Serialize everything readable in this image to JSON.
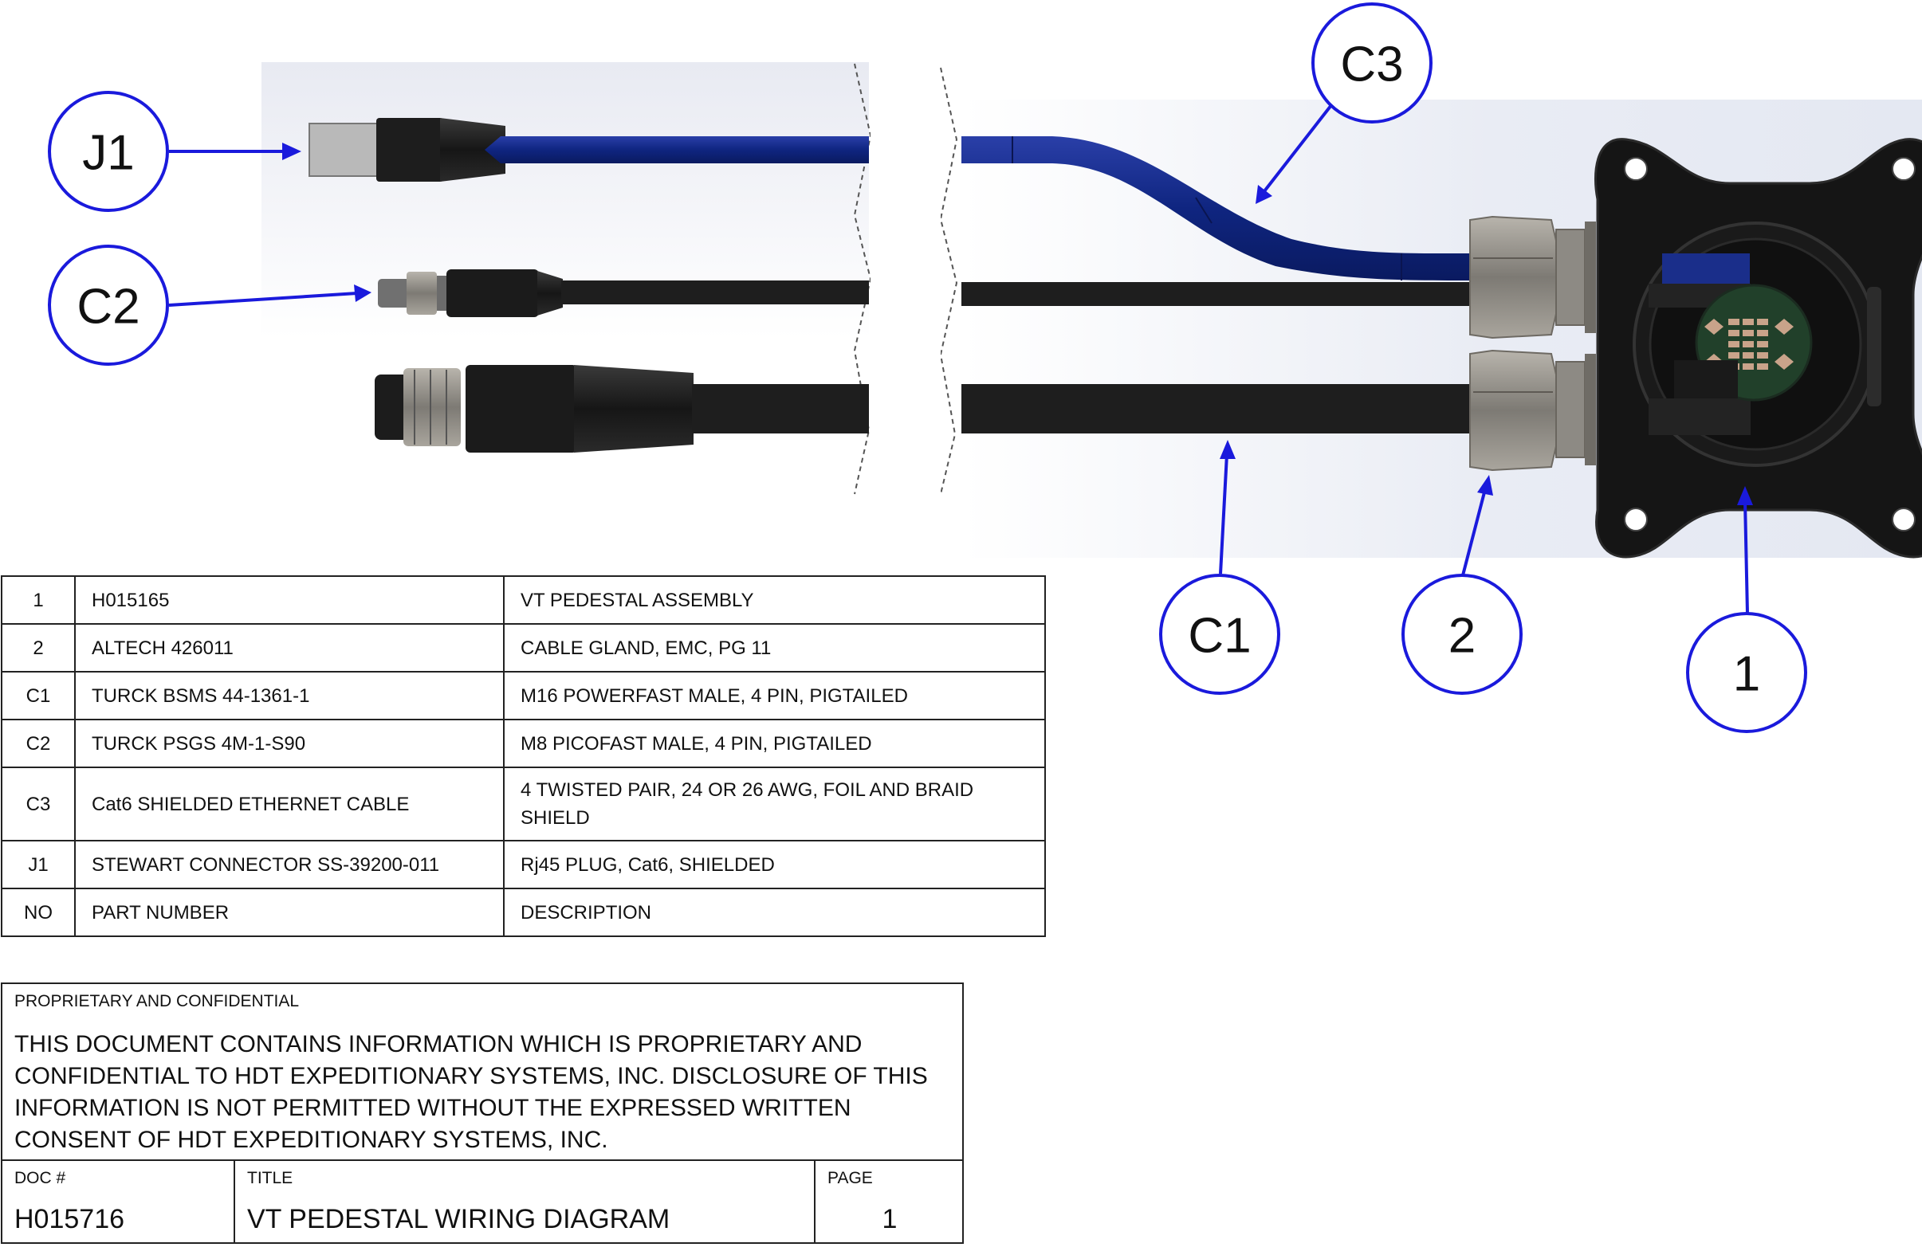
{
  "callouts": {
    "j1": "J1",
    "c2": "C2",
    "c3": "C3",
    "c1": "C1",
    "n2": "2",
    "n1": "1"
  },
  "bom": {
    "rows": [
      {
        "no": "1",
        "part": "H015165",
        "desc": "VT PEDESTAL ASSEMBLY"
      },
      {
        "no": "2",
        "part": "ALTECH 426011",
        "desc": "CABLE GLAND, EMC, PG 11"
      },
      {
        "no": "C1",
        "part": "TURCK BSMS 44-1361-1",
        "desc": "M16 POWERFAST MALE, 4 PIN, PIGTAILED"
      },
      {
        "no": "C2",
        "part": "TURCK PSGS 4M-1-S90",
        "desc": "M8 PICOFAST MALE, 4 PIN, PIGTAILED"
      },
      {
        "no": "C3",
        "part": "Cat6 SHIELDED ETHERNET CABLE",
        "desc": "4 TWISTED PAIR, 24 OR 26 AWG, FOIL AND BRAID SHIELD"
      },
      {
        "no": "J1",
        "part": "STEWART CONNECTOR SS-39200-011",
        "desc": "Rj45 PLUG, Cat6, SHIELDED"
      }
    ],
    "header": {
      "no": "NO",
      "part": "PART NUMBER",
      "desc": "DESCRIPTION"
    }
  },
  "title_block": {
    "notice_heading": "PROPRIETARY AND CONFIDENTIAL",
    "notice_body": "THIS DOCUMENT CONTAINS INFORMATION WHICH IS PROPRIETARY AND CONFIDENTIAL TO HDT EXPEDITIONARY SYSTEMS, INC. DISCLOSURE OF THIS INFORMATION IS NOT PERMITTED WITHOUT THE EXPRESSED WRITTEN CONSENT OF HDT EXPEDITIONARY SYSTEMS, INC.",
    "doc_label": "DOC #",
    "doc_value": "H015716",
    "title_label": "TITLE",
    "title_value": "VT PEDESTAL WIRING DIAGRAM",
    "page_label": "PAGE",
    "page_value": "1"
  },
  "colors": {
    "cable_blue": "#0f2580",
    "callout_blue": "#1a1adc",
    "cable_black": "#1e1e1e",
    "nut_grey": "#8f8c86"
  }
}
